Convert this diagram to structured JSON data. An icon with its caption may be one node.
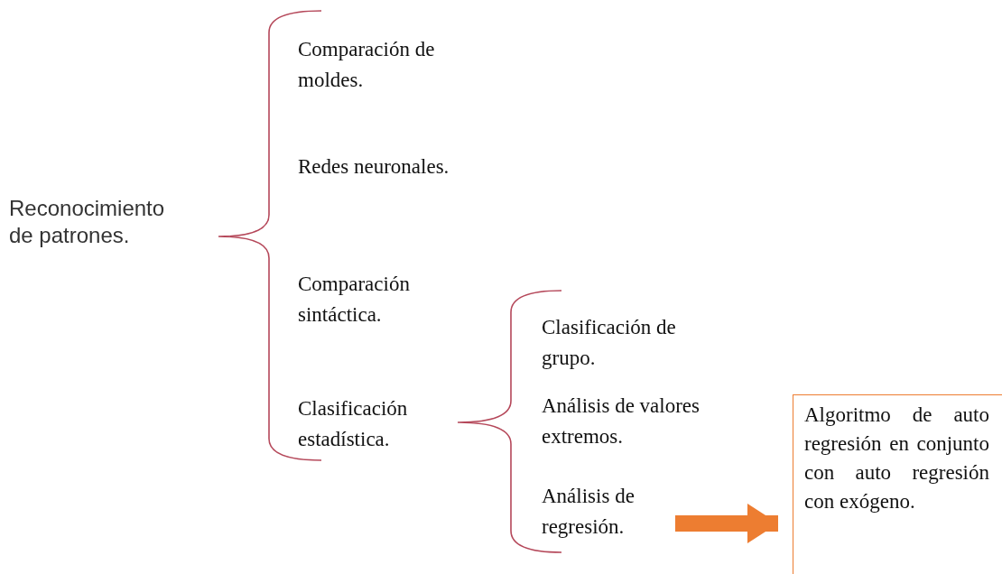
{
  "diagram": {
    "nodes": [
      {
        "text": [
          "Reconocimiento de patrones."
        ]
      },
      {
        "text": [
          "Comparación de moldes."
        ]
      },
      {
        "text": [
          "Redes neuronales."
        ]
      },
      {
        "text": [
          "Comparación sintáctica."
        ]
      },
      {
        "text": [
          "Clasificación estadística."
        ]
      },
      {
        "text": [
          "Clasificación de grupo."
        ]
      },
      {
        "text": [
          "Análisis de valores extremos."
        ]
      },
      {
        "text": [
          "Análisis de regresión."
        ]
      },
      {
        "text": [
          "Algoritmo de auto regresión en conjunto con auto regresión con exógeno."
        ]
      }
    ],
    "edges": [
      {
        "from": 7,
        "to": 8,
        "arrow": "to"
      }
    ]
  }
}
